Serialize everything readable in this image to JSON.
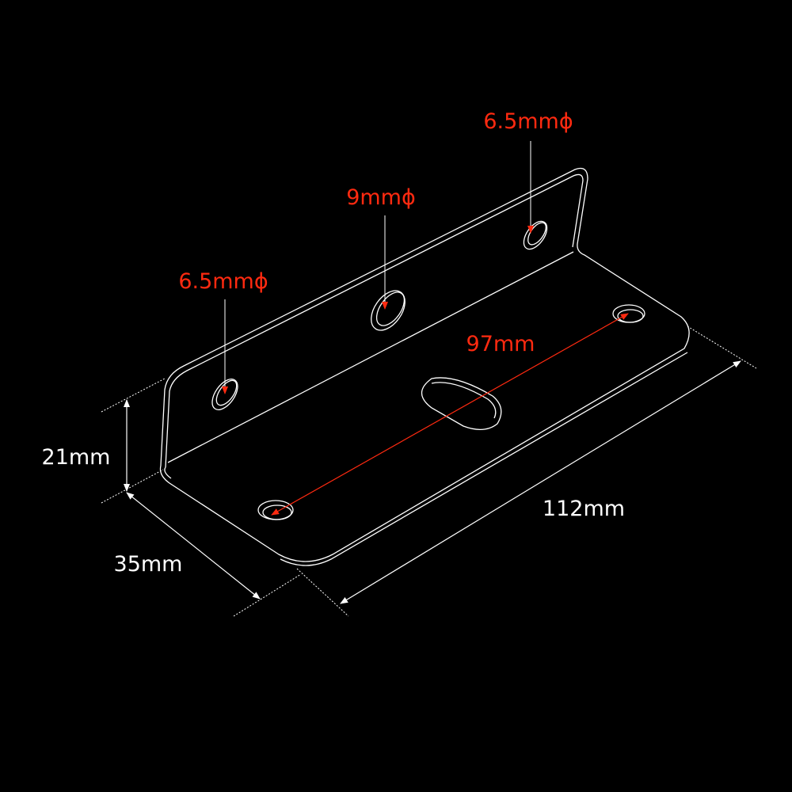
{
  "colors": {
    "background": "#000000",
    "line": "#ffffff",
    "accent": "#ff2a10"
  },
  "dimensions": {
    "height": "21mm",
    "depth": "35mm",
    "length": "112mm",
    "hole_spacing": "97mm"
  },
  "hole_labels": {
    "left": "6.5mmϕ",
    "center": "9mmϕ",
    "right": "6.5mmϕ"
  }
}
